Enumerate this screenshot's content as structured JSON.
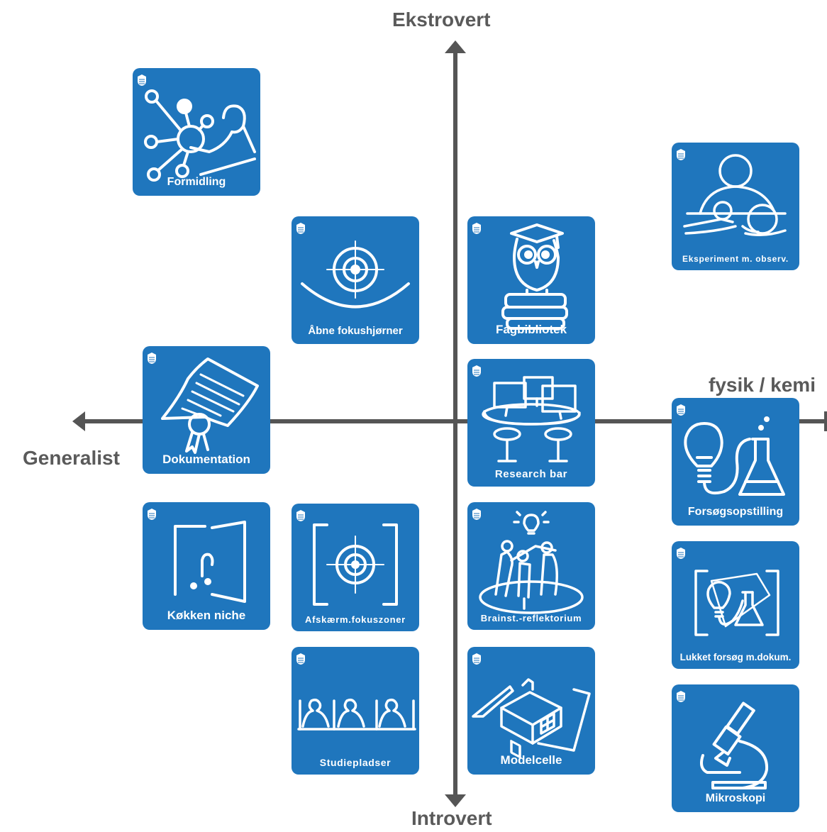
{
  "axes": {
    "top": "Ekstrovert",
    "bottom": "Introvert",
    "left": "Generalist",
    "right": "fysik / kemi"
  },
  "colors": {
    "tile": "#1f76bd",
    "axis": "#555555",
    "label": "#5a5a5a"
  },
  "tiles": {
    "formidling": {
      "label": "Formidling",
      "icon": "network-person-icon"
    },
    "abne_fokushjorner": {
      "label": "Åbne fokushjørner",
      "icon": "open-target-icon"
    },
    "fagbibliotek": {
      "label": "Fagbibliotek",
      "icon": "owl-books-icon"
    },
    "eksperiment": {
      "label": "Eksperiment m. observ.",
      "icon": "person-experiment-icon"
    },
    "dokumentation": {
      "label": "Dokumentation",
      "icon": "certificate-icon"
    },
    "research_bar": {
      "label": "Research bar",
      "icon": "computers-table-icon"
    },
    "forsogsopstilling": {
      "label": "Forsøgsopstilling",
      "icon": "bulb-flask-icon"
    },
    "kokken_niche": {
      "label": "Køkken niche",
      "icon": "kitchen-door-icon"
    },
    "afskaerm": {
      "label": "Afskærm.fokuszoner",
      "icon": "bracket-target-icon"
    },
    "brainst": {
      "label": "Brainst.-reflektorium",
      "icon": "brainstorm-group-icon"
    },
    "lukket_forsog": {
      "label": "Lukket forsøg m.dokum.",
      "icon": "bracket-bulb-flask-icon"
    },
    "studiepladser": {
      "label": "Studiepladser",
      "icon": "study-desks-icon"
    },
    "modelcelle": {
      "label": "Modelcelle",
      "icon": "model-house-icon"
    },
    "mikroskopi": {
      "label": "Mikroskopi",
      "icon": "microscope-icon"
    }
  }
}
